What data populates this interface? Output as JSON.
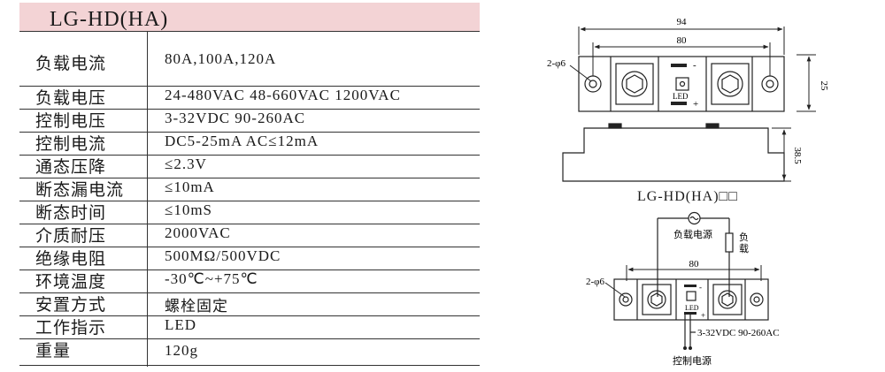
{
  "title": "LG-HD(HA)",
  "specs": {
    "labels": [
      "负载电流",
      "负载电压",
      "控制电压",
      "控制电流",
      "通态压降",
      "断态漏电流",
      "断态时间",
      "介质耐压",
      "绝缘电阻",
      "环境温度",
      "安置方式",
      "工作指示",
      "重量"
    ],
    "values": [
      "80A,100A,120A",
      "24-480VAC  48-660VAC  1200VAC",
      "3-32VDC  90-260AC",
      "DC5-25mA  AC≤12mA",
      "≤2.3V",
      "≤10mA",
      "≤10mS",
      "2000VAC",
      "500MΩ/500VDC",
      "-30℃~+75℃",
      "螺栓固定",
      "LED",
      "120g"
    ]
  },
  "drawing": {
    "dim_94": "94",
    "dim_80": "80",
    "dim_25": "25",
    "dim_38_5": "38.5",
    "hole_label": "2-φ6",
    "minus_sign": "-",
    "plus_sign": "+",
    "led_label": "LED"
  },
  "model_label": "LG-HD(HA)□□",
  "wiring": {
    "load_supply": "负载电源",
    "load": "负载",
    "dim_80": "80",
    "hole_label": "2-φ6",
    "control_voltage": "3-32VDC  90-260AC",
    "control_supply": "控制电源",
    "led_label": "LED",
    "minus_sign": "-",
    "plus_sign": "+"
  }
}
